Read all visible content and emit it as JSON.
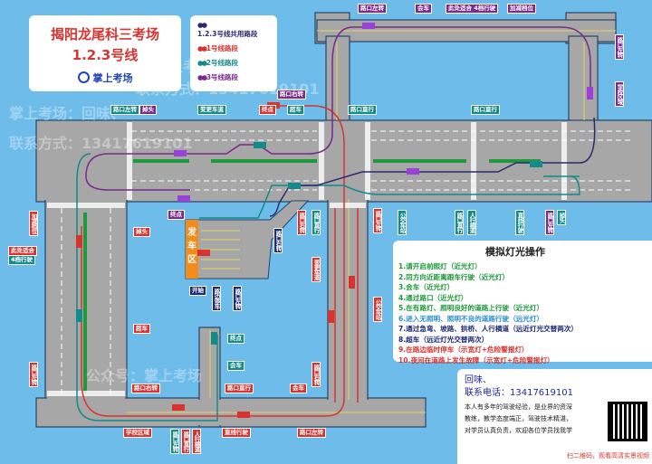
{
  "title": {
    "line1": "揭阳龙尾科三考场",
    "line2": "1.2.3号线",
    "brand": "掌上考场"
  },
  "legend": [
    {
      "label": "1.2.3号线共用路段",
      "color": "#2a2a6e"
    },
    {
      "label": "1号线路段",
      "color": "#d8342f"
    },
    {
      "label": "2号线路段",
      "color": "#148a8a"
    },
    {
      "label": "3号线路段",
      "color": "#7a2a8e"
    }
  ],
  "start_area": "发车区",
  "labels": [
    {
      "text": "路口左转"
    },
    {
      "text": "会车"
    },
    {
      "text": "此处适合 4档行驶"
    },
    {
      "text": "加减档位"
    },
    {
      "text": "路口左转"
    },
    {
      "text": "学校区域"
    },
    {
      "text": "路口右转"
    },
    {
      "text": "路口左转"
    },
    {
      "text": "掉头"
    },
    {
      "text": "变更车道"
    },
    {
      "text": "终点"
    },
    {
      "text": "超车"
    },
    {
      "text": "路口直行"
    },
    {
      "text": "路口直行"
    },
    {
      "text": "终点"
    },
    {
      "text": "加减档位"
    },
    {
      "text": "此处适合"
    },
    {
      "text": "4档行驶"
    },
    {
      "text": "掉头"
    },
    {
      "text": "开始"
    },
    {
      "text": "路边停车"
    },
    {
      "text": "路口左转"
    },
    {
      "text": "路口右转"
    },
    {
      "text": "路口右转"
    },
    {
      "text": "路口直行"
    },
    {
      "text": "变更车道"
    },
    {
      "text": "路口左转"
    },
    {
      "text": "公交车站"
    },
    {
      "text": "公交车站"
    },
    {
      "text": "路口直行"
    },
    {
      "text": "人行横道"
    },
    {
      "text": "直线行驶"
    },
    {
      "text": "路口左转"
    },
    {
      "text": "掉头"
    },
    {
      "text": "超车"
    },
    {
      "text": "终点"
    },
    {
      "text": "会车"
    },
    {
      "text": "路口左转"
    },
    {
      "text": "路口右转"
    },
    {
      "text": "路口直行"
    },
    {
      "text": "会车"
    },
    {
      "text": "路口右转"
    },
    {
      "text": "学校区域"
    },
    {
      "text": "路口左转"
    },
    {
      "text": "路口直行"
    },
    {
      "text": "人行横道"
    },
    {
      "text": "直线行驶"
    },
    {
      "text": "路口左转"
    }
  ],
  "lights": {
    "title": "模拟灯光操作",
    "items": [
      {
        "text": "1.请开启前照灯（近光灯）",
        "color": "#1e9a3c"
      },
      {
        "text": "2.同方向近距离跟车行驶（近光灯）",
        "color": "#1e9a3c"
      },
      {
        "text": "3.会车（近光灯）",
        "color": "#1e9a3c"
      },
      {
        "text": "4.通过路口（近光灯）",
        "color": "#1e9a3c"
      },
      {
        "text": "5.在有路灯、照明良好的道路上行驶（近光灯）",
        "color": "#1e9a3c"
      },
      {
        "text": "6.进入无照明、照明不良的道路行驶（远光灯）",
        "color": "#2a8fd6"
      },
      {
        "text": "7.通过急弯、坡路、拱桥、人行横道（远近灯光交替两次）",
        "color": "#1f2a78"
      },
      {
        "text": "8.超车（远近灯光交替两次）",
        "color": "#1f2a78"
      },
      {
        "text": "9.在路边临时停车（示宽灯+危险警报灯）",
        "color": "#d8342f"
      },
      {
        "text": "10.夜间在道路上发生故障（示宽灯+危险警报灯）",
        "color": "#d8342f"
      }
    ]
  },
  "contact": {
    "name": "回味、",
    "phone_label": "联系电话：",
    "phone": "13417619101",
    "desc1": "本人有多年的驾驶经验，是业界的资深",
    "desc2": "教练，教学态度端正，驾驶技术精湛，",
    "desc3": "对学员认真负责，欢迎各位学员找我学",
    "qr_caption": "扫二维码，观看高清实景视频"
  },
  "watermarks": [
    "掌上考场：回味、",
    "联系方式：13417619101",
    "公众号：掌上考场"
  ]
}
